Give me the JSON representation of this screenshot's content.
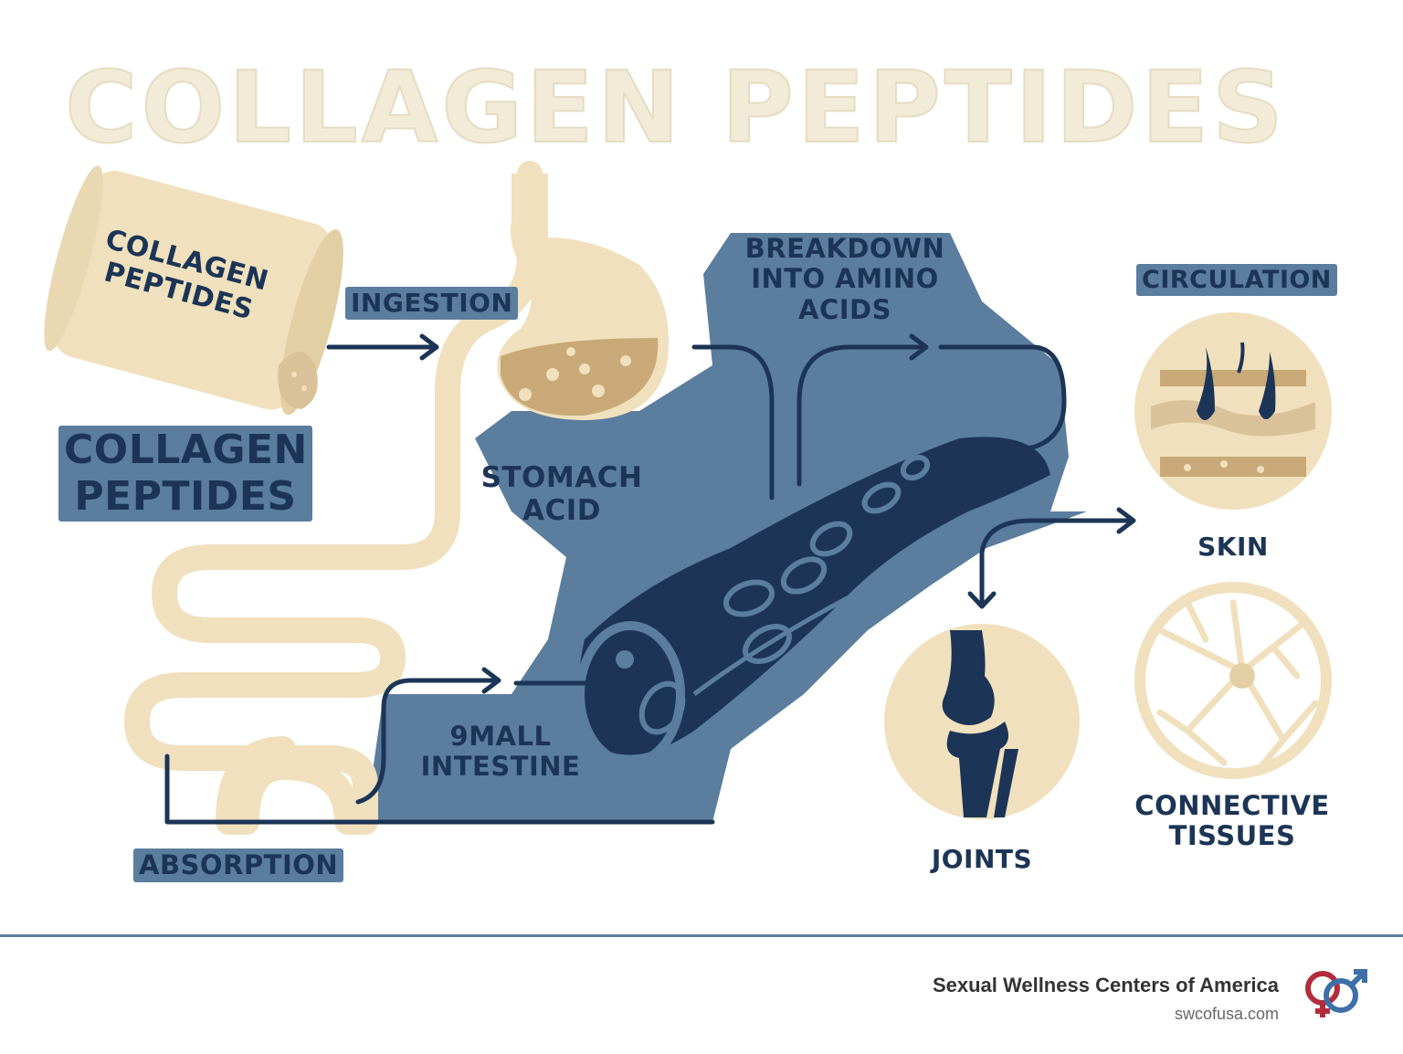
{
  "title": "COLLAGEN PEPTIDES",
  "labels": {
    "jar": "COLLAGEN\nPEPTIDES",
    "product": "COLLAGEN\nPEPTIDES",
    "ingestion": "INGESTION",
    "stomach_acid": "STOMACH\nACID",
    "breakdown": "BREAKDOWN\nINTO AMINO ACIDS",
    "circulation": "CIRCULATION",
    "skin": "SKIN",
    "small_intestine": "9MALL\nINTESTINE",
    "absorption": "ABSORPTION",
    "joints": "JOINTS",
    "connective_tissues": "CONNECTIVE\nTISSUES"
  },
  "footer": {
    "brand_name": "Sexual Wellness Centers of America",
    "brand_url": "swcofusa.com"
  },
  "icons": [
    "powder-jar-icon",
    "stomach-icon",
    "intestine-icon",
    "blood-vessel-icon",
    "skin-icon",
    "joint-icon",
    "connective-tissue-icon",
    "gender-logo-icon"
  ],
  "colors": {
    "navy": "#1c3556",
    "steel_blue": "#5b7d9e",
    "beige": "#f0e0bd",
    "tan": "#c9a977",
    "title": "#f2ebd8"
  }
}
